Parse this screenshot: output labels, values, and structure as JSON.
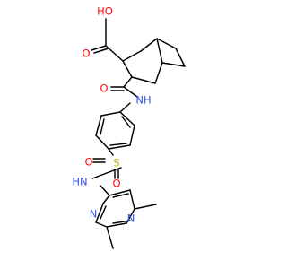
{
  "molecule": {
    "colors": {
      "bond": "#000000",
      "oxygen": "#ff0d0d",
      "nitrogen": "#2f50f8",
      "sulfur": "#c8b400",
      "background": "#ffffff"
    },
    "labels": {
      "carboxyl": "HO",
      "carboxyl_o": "O",
      "amide_o": "O",
      "amide_nh": "NH",
      "sulfonyl_o_left": "O",
      "sulfonyl_o_bottom": "O",
      "sulfur": "S",
      "sulfonamide_nh": "HN",
      "pyrimidine_n_top": "N",
      "pyrimidine_n_bottom": "N"
    }
  }
}
